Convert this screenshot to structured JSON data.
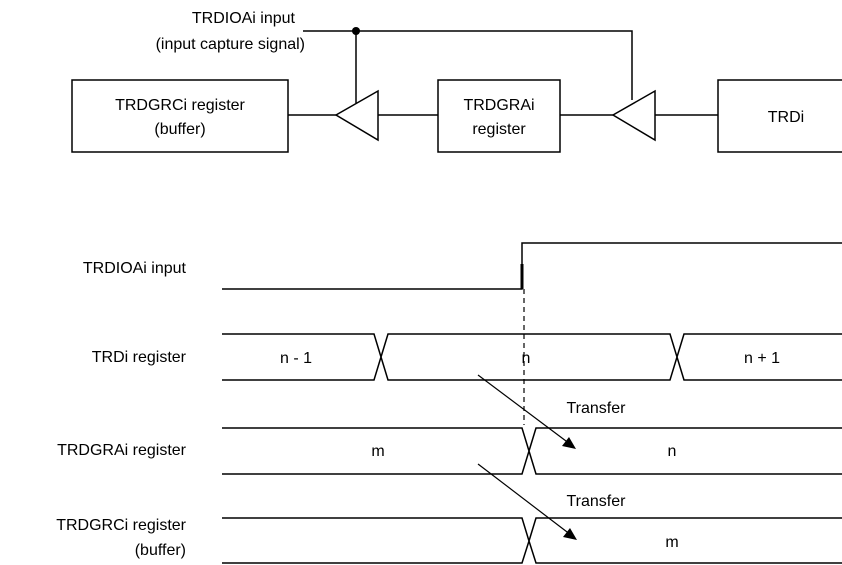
{
  "block": {
    "input_label_1": "TRDIOAi input",
    "input_label_2": "(input capture signal)",
    "trdgrc_line1": "TRDGRCi register",
    "trdgrc_line2": "(buffer)",
    "trdgra_line1": "TRDGRAi",
    "trdgra_line2": "register",
    "trdi": "TRDi"
  },
  "timing": {
    "signal_labels": {
      "trdioa": "TRDIOAi input",
      "trdi": "TRDi register",
      "trdgra": "TRDGRAi register",
      "trdgrc_line1": "TRDGRCi register",
      "trdgrc_line2": "(buffer)"
    },
    "trdi_values": [
      "n - 1",
      "n",
      "n + 1"
    ],
    "trdgra_values": [
      "m",
      "n"
    ],
    "trdgrc_values": [
      "m"
    ],
    "transfer_label_1": "Transfer",
    "transfer_label_2": "Transfer"
  }
}
